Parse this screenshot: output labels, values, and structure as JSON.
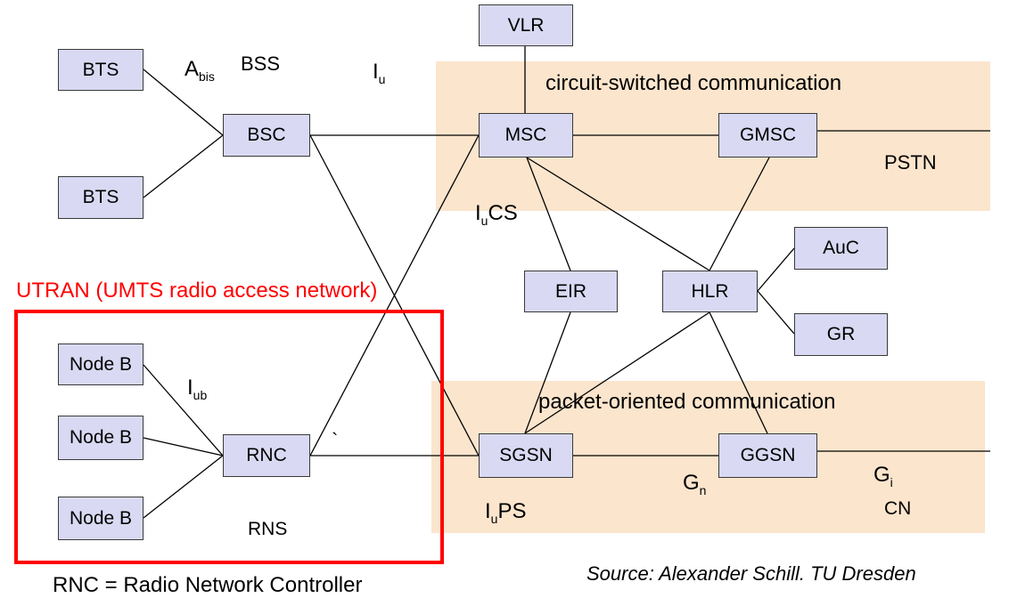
{
  "regions": {
    "circuit_switched": "circuit-switched communication",
    "packet_oriented": "packet-oriented communication"
  },
  "nodes": {
    "vlr": "VLR",
    "bts_top": "BTS",
    "bts_bottom": "BTS",
    "bsc": "BSC",
    "msc": "MSC",
    "gmsc": "GMSC",
    "auc": "AuC",
    "eir": "EIR",
    "hlr": "HLR",
    "gr": "GR",
    "node_b_1": "Node B",
    "node_b_2": "Node B",
    "node_b_3": "Node B",
    "rnc": "RNC",
    "sgsn": "SGSN",
    "ggsn": "GGSN"
  },
  "interfaces": {
    "abis_main": "A",
    "abis_sub": "bis",
    "iu_main": "I",
    "iu_sub": "u",
    "iucs_main": "I",
    "iucs_sub": "u",
    "iucs_suffix": "CS",
    "iub_main": "I",
    "iub_sub": "ub",
    "iups_main": "I",
    "iups_sub": "u",
    "iups_suffix": "PS",
    "gn_main": "G",
    "gn_sub": "n",
    "gi_main": "G",
    "gi_sub": "i"
  },
  "labels": {
    "bss": "BSS",
    "pstn": "PSTN",
    "rns": "RNS",
    "cn": "CN",
    "tick": "`",
    "utran_title": "UTRAN (UMTS radio access network)",
    "source": "Source: Alexander Schill. TU Dresden",
    "footnote": "RNC = Radio Network Controller"
  },
  "colors": {
    "region_fill": "#fbe5cd",
    "node_fill": "#d9d9f3",
    "utran_red": "#ff0000"
  }
}
